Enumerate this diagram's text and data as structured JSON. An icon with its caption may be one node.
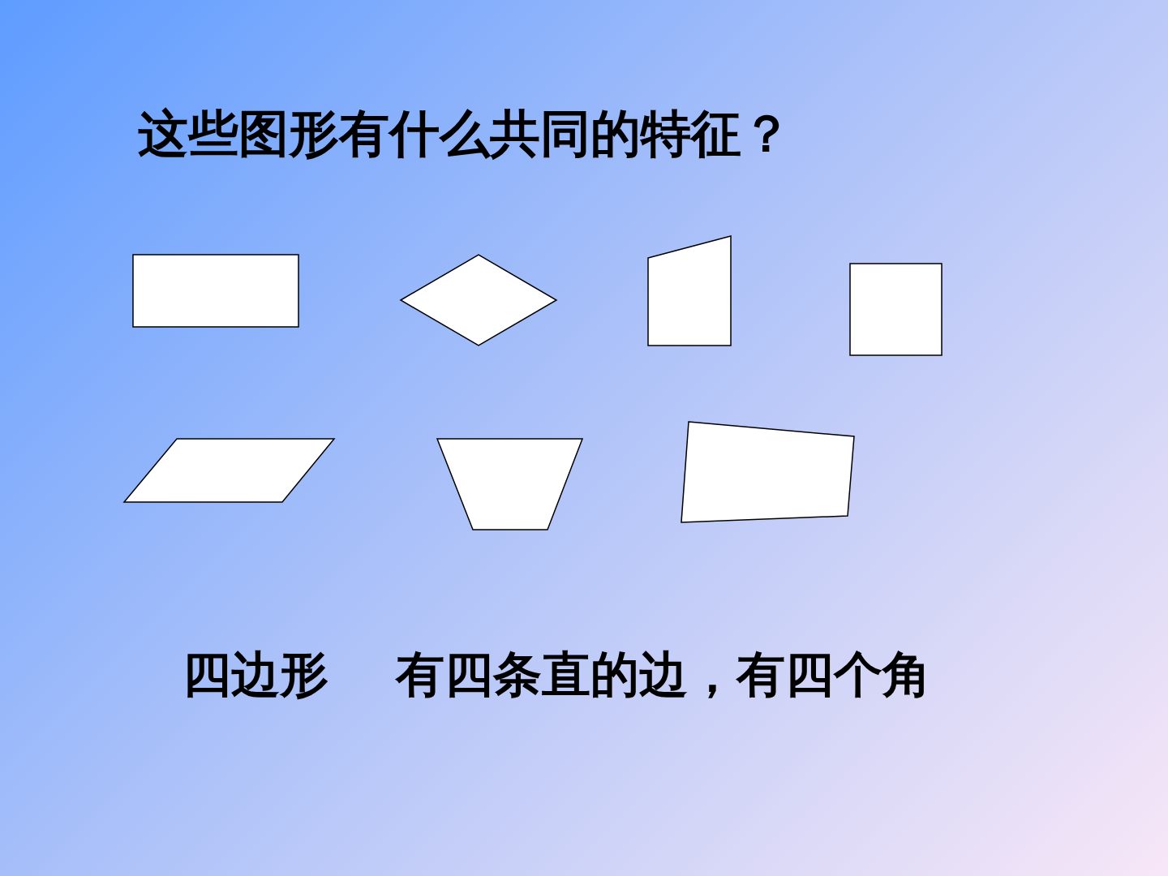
{
  "diagram": {
    "title": "这些图形有什么共同的特征？",
    "labels": [
      "四边形",
      "有四条直的边，有四个角"
    ]
  }
}
